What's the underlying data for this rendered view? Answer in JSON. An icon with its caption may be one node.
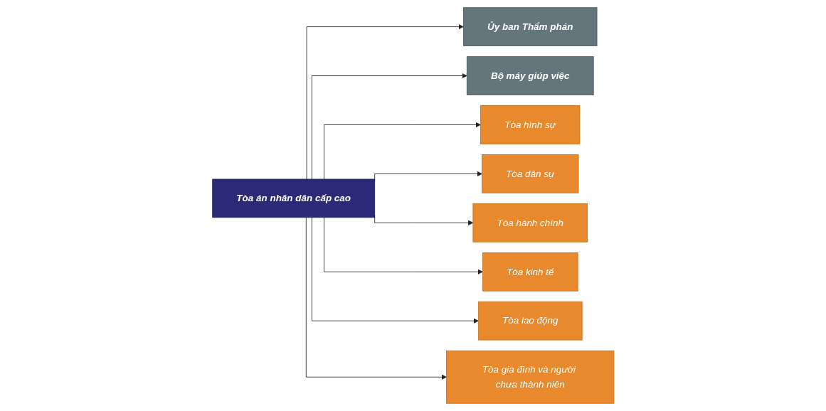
{
  "diagram": {
    "nodes": [
      {
        "text": [
          "Tòa án nhân dân cấp cao"
        ]
      },
      {
        "text": [
          "Ủy ban Thẩm phán"
        ]
      },
      {
        "text": [
          "Bộ máy giúp việc"
        ]
      },
      {
        "text": [
          "Tòa hình sự"
        ]
      },
      {
        "text": [
          "Tòa dân sự"
        ]
      },
      {
        "text": [
          "Tòa hành chính"
        ]
      },
      {
        "text": [
          "Tòa kinh tế"
        ]
      },
      {
        "text": [
          "Tòa lao động"
        ]
      },
      {
        "text": [
          "Tòa gia đình và người chưa thành niên"
        ]
      }
    ],
    "edges": [
      {
        "from": 0,
        "to": 1,
        "arrow": "to"
      },
      {
        "from": 0,
        "to": 2,
        "arrow": "to"
      },
      {
        "from": 0,
        "to": 3,
        "arrow": "to"
      },
      {
        "from": 0,
        "to": 4,
        "arrow": "to"
      },
      {
        "from": 0,
        "to": 5,
        "arrow": "to"
      },
      {
        "from": 0,
        "to": 6,
        "arrow": "to"
      },
      {
        "from": 0,
        "to": 7,
        "arrow": "to"
      },
      {
        "from": 0,
        "to": 8,
        "arrow": "to"
      }
    ]
  }
}
